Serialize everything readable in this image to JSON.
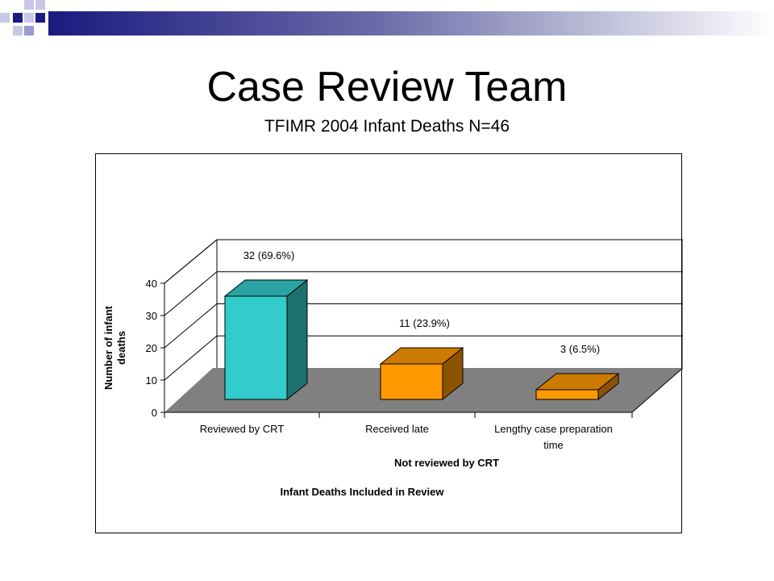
{
  "slide": {
    "title": "Case Review Team",
    "subtitle": "TFIMR 2004 Infant Deaths N=46"
  },
  "colors": {
    "banner_dark": "#1a1a80",
    "banner_light": "#9a9ad0",
    "floor": "#808080",
    "series_reviewed": "#33cccc",
    "series_not_reviewed": "#ff9900"
  },
  "chart_data": {
    "type": "bar",
    "three_d": true,
    "categories": [
      "Reviewed by CRT",
      "Received late",
      "Lengthy case preparation time"
    ],
    "values": [
      32,
      11,
      3
    ],
    "data_labels": [
      "32 (69.6%)",
      "11 (23.9%)",
      "3 (6.5%)"
    ],
    "bar_colors": [
      "#33cccc",
      "#ff9900",
      "#ff9900"
    ],
    "ylabel": "Number of infant deaths",
    "group_label": "Not reviewed by CRT",
    "xlabel": "Infant Deaths Included in Review",
    "ylim": [
      0,
      40
    ],
    "yticks": [
      0,
      10,
      20,
      30,
      40
    ],
    "grid": true
  }
}
